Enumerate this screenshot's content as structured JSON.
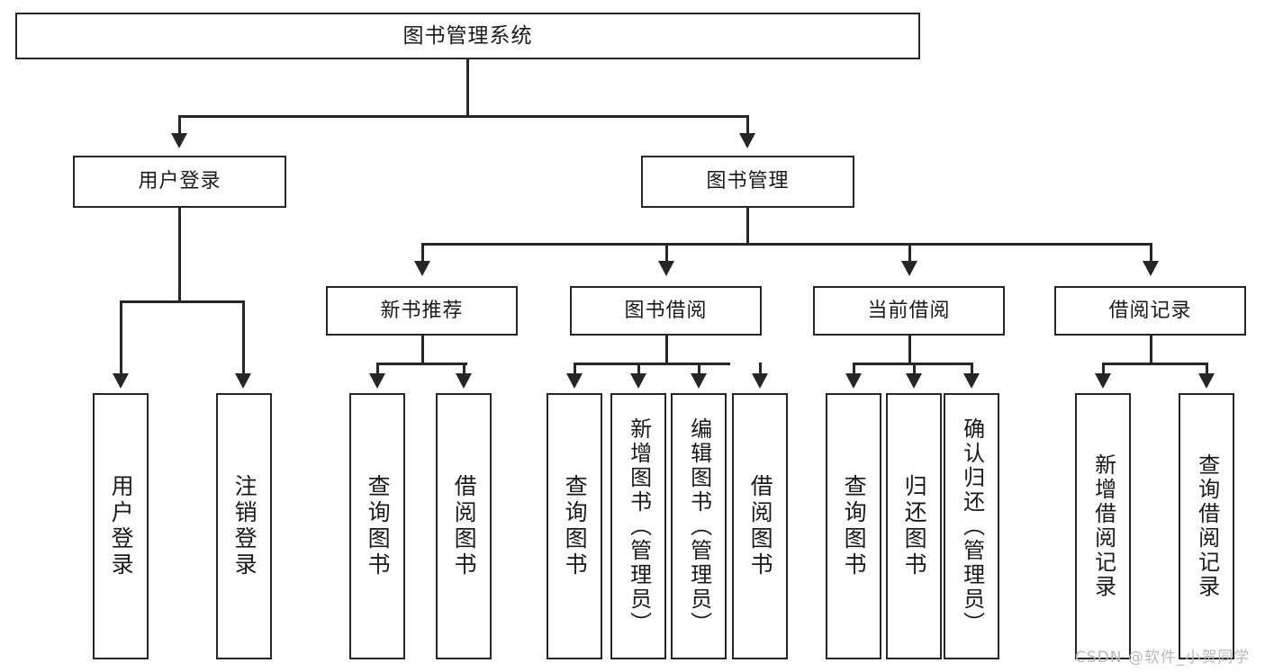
{
  "diagram": {
    "type": "tree-hierarchy",
    "title": "图书管理系统",
    "orientation": "top-down",
    "watermark": "CSDN @软件_小贺同学"
  },
  "nodes": {
    "root": {
      "label": "图书管理系统"
    },
    "level2": [
      {
        "id": "user-login",
        "label": "用户登录"
      },
      {
        "id": "book-management",
        "label": "图书管理"
      }
    ],
    "level3": [
      {
        "id": "new-book-recommend",
        "label": "新书推荐"
      },
      {
        "id": "book-borrow",
        "label": "图书借阅"
      },
      {
        "id": "current-borrow",
        "label": "当前借阅"
      },
      {
        "id": "borrow-record",
        "label": "借阅记录"
      }
    ],
    "leaves": {
      "user_login": [
        {
          "id": "leaf-user-login",
          "label": "用户登录"
        },
        {
          "id": "leaf-logout-login",
          "label": "注销登录"
        }
      ],
      "new_book_recommend": [
        {
          "id": "leaf-query-book-1",
          "label": "查询图书"
        },
        {
          "id": "leaf-borrow-book-1",
          "label": "借阅图书"
        }
      ],
      "book_borrow": [
        {
          "id": "leaf-query-book-2",
          "label": "查询图书"
        },
        {
          "id": "leaf-add-book",
          "label": "新增图书（管理员）"
        },
        {
          "id": "leaf-edit-book",
          "label": "编辑图书（管理员）"
        },
        {
          "id": "leaf-borrow-book-2",
          "label": "借阅图书"
        }
      ],
      "current_borrow": [
        {
          "id": "leaf-query-book-3",
          "label": "查询图书"
        },
        {
          "id": "leaf-return-book",
          "label": "归还图书"
        },
        {
          "id": "leaf-confirm-return",
          "label": "确认归还（管理员）"
        }
      ],
      "borrow_record": [
        {
          "id": "leaf-add-record",
          "label": "新增借阅记录"
        },
        {
          "id": "leaf-query-record",
          "label": "查询借阅记录"
        }
      ]
    }
  },
  "colors": {
    "stroke": "#262626",
    "background": "#ffffff",
    "text": "#1a1a1a",
    "watermark": "#b9b9b9"
  }
}
